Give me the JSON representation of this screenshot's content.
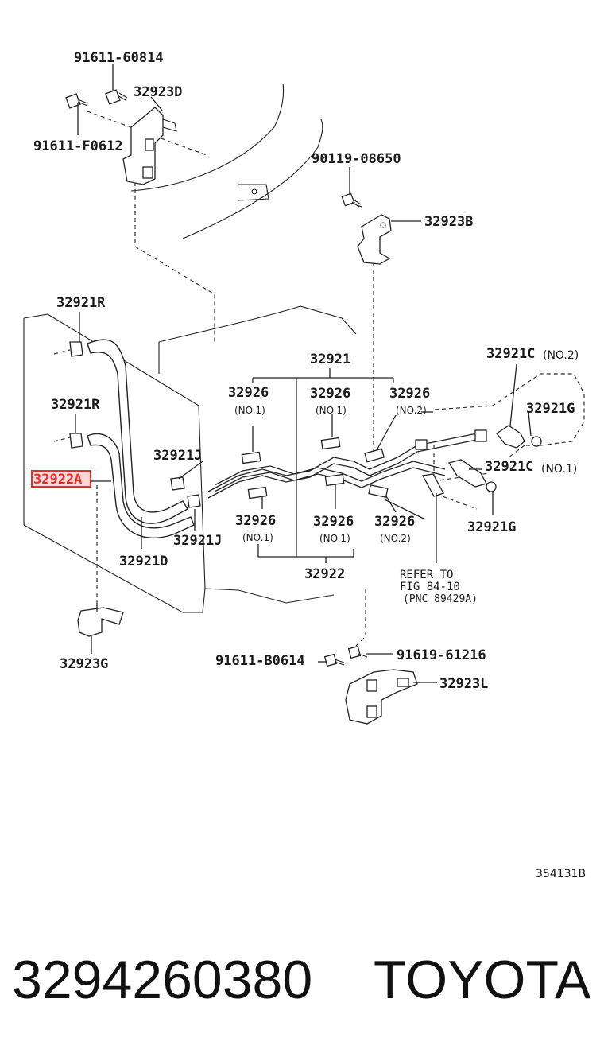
{
  "diagram": {
    "labels": {
      "bolt_top": "91611-60814",
      "bolt_left": "91611-F0612",
      "bracket_d": "32923D",
      "bolt_b": "90119-08650",
      "bracket_b": "32923B",
      "hose_r_top": "32921R",
      "hose_r_mid": "32921R",
      "pipe_a": "32922A",
      "hose_j_left": "32921J",
      "hose_j_bottom": "32921J",
      "hose_d": "32921D",
      "bracket_g": "32923G",
      "tube_group": "32921",
      "clamp_1": "32926",
      "clamp_2": "32926",
      "clamp_3": "32926",
      "clamp_4": "32926",
      "clamp_5": "32926",
      "clamp_6": "32926",
      "no1_a": "(NO.1)",
      "no1_b": "(NO.1)",
      "no2_a": "(NO.2)",
      "no1_c": "(NO.1)",
      "no1_d": "(NO.1)",
      "no2_b": "(NO.2)",
      "pipe_main": "32922",
      "hose_c_top": "32921C",
      "hose_c_top_no": "(NO.2)",
      "gasket_g_top": "32921G",
      "hose_c_mid": "32921C",
      "hose_c_mid_no": "(NO.1)",
      "gasket_g_mid": "32921G",
      "refer_1": "REFER TO",
      "refer_2": "FIG 84-10",
      "refer_3": "(PNC 89429A)",
      "bolt_b0614": "91611-B0614",
      "bolt_61216": "91619-61216",
      "bracket_l": "32923L",
      "figure_no": "354131B"
    },
    "highlighted_part": "32922A",
    "highlight_color": "#e0302a"
  },
  "footer": {
    "part_number": "3294260380",
    "brand": "TOYOTA"
  }
}
